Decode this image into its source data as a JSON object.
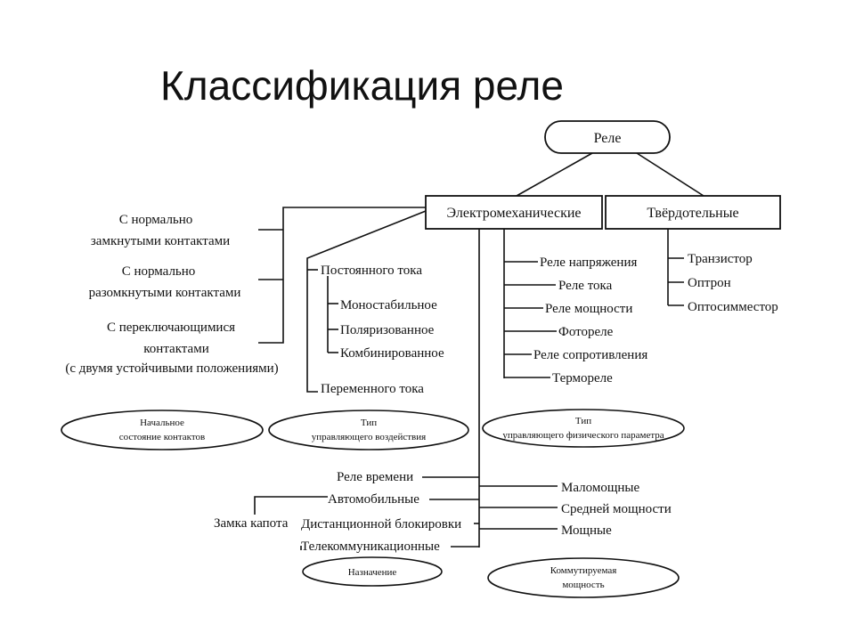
{
  "title": "Классификация реле",
  "root": "Реле",
  "types": {
    "electromechanical": "Электромеханические",
    "solid_state": "Твёрдотельные"
  },
  "solid_state_items": [
    "Транзистор",
    "Оптрон",
    "Оптосимместор"
  ],
  "initial_state": {
    "normally_closed": [
      "С нормально",
      "замкнутыми контактами"
    ],
    "normally_open": [
      "С нормально",
      "разомкнутыми контактами"
    ],
    "changeover": [
      "С переключающимися",
      "контактами",
      "(с двумя устойчивыми положениями)"
    ],
    "category": [
      "Начальное",
      "состояние контактов"
    ]
  },
  "control_action": {
    "dc": "Постоянного тока",
    "dc_items": [
      "Моностабильное",
      "Поляризованное",
      "Комбинированное"
    ],
    "ac": "Переменного тока",
    "category": [
      "Тип",
      "управляющего воздействия"
    ]
  },
  "physical_parameter": {
    "items": [
      "Реле напряжения",
      "Реле тока",
      "Реле мощности",
      "Фотореле",
      "Реле сопротивления",
      "Термореле"
    ],
    "category": [
      "Тип",
      "управляющего физического параметра"
    ]
  },
  "purpose": {
    "items": [
      "Реле времени",
      "Автомобильные",
      "Дистанционной блокировки",
      "Телекоммуникационные"
    ],
    "sub_item": "Замка капота",
    "category": "Назначение"
  },
  "switched_power": {
    "items": [
      "Маломощные",
      "Средней мощности",
      "Мощные"
    ],
    "category": [
      "Коммутируемая",
      "мощность"
    ]
  }
}
